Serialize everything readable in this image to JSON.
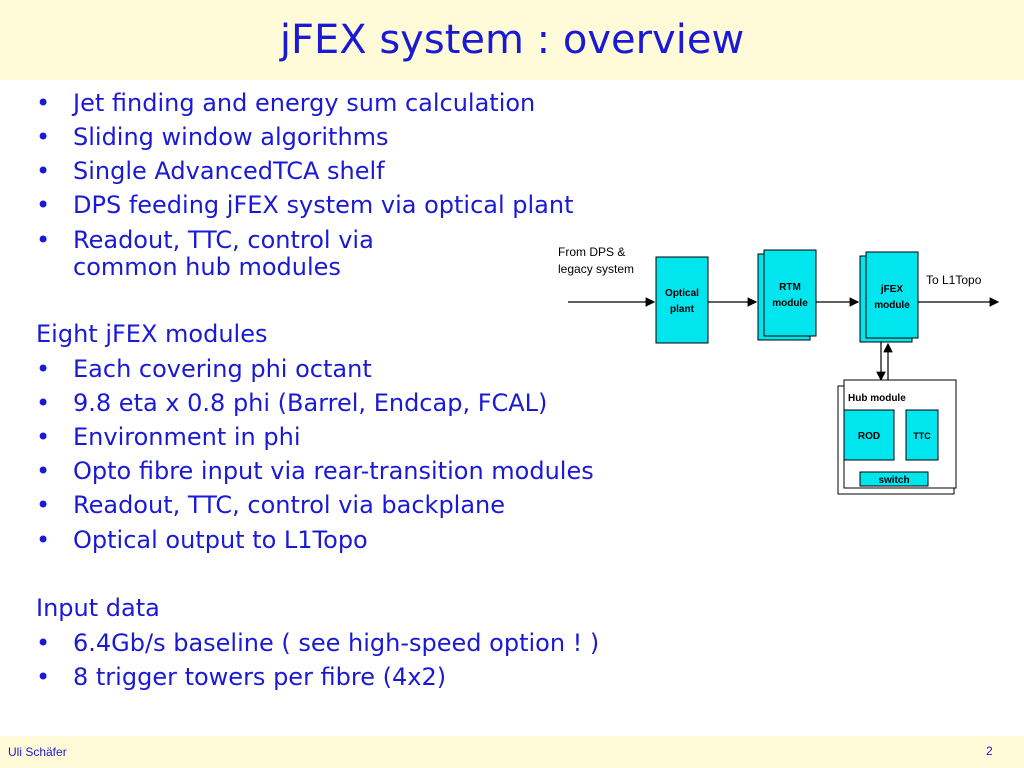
{
  "title": "jFEX system : overview",
  "bullets_1": [
    "Jet finding and energy sum calculation",
    "Sliding window algorithms",
    "Single AdvancedTCA shelf",
    "DPS feeding jFEX system via optical plant",
    "Readout, TTC, control via"
  ],
  "bullet_1_continuation": "common hub modules",
  "heading_2": "Eight jFEX modules",
  "bullets_2": [
    "Each covering phi octant",
    "9.8 eta x 0.8 phi (Barrel, Endcap, FCAL)",
    "Environment in phi",
    "Opto fibre input via rear-transition modules",
    "Readout, TTC, control via backplane",
    "Optical output to L1Topo"
  ],
  "heading_3": "Input data",
  "bullets_3": [
    "6.4Gb/s baseline ( see high-speed option ! )",
    "8 trigger towers per fibre (4x2)"
  ],
  "bullet_symbol": "•",
  "diagram": {
    "input_label_line1": "From DPS &",
    "input_label_line2": "legacy system",
    "optical_line1": "Optical",
    "optical_line2": "plant",
    "rtm_line1": "RTM",
    "rtm_line2": "module",
    "jfex_line1": "jFEX",
    "jfex_line2": "module",
    "output_label": "To L1Topo",
    "hub_title": "Hub module",
    "rod": "ROD",
    "ttc": "TTC",
    "switch": "switch"
  },
  "footer": {
    "author": "Uli Schäfer",
    "page": "2"
  },
  "colors": {
    "text_blue": "#1a1ad6",
    "header_bg": "#fffbd9",
    "box_cyan": "#00e5ee"
  }
}
